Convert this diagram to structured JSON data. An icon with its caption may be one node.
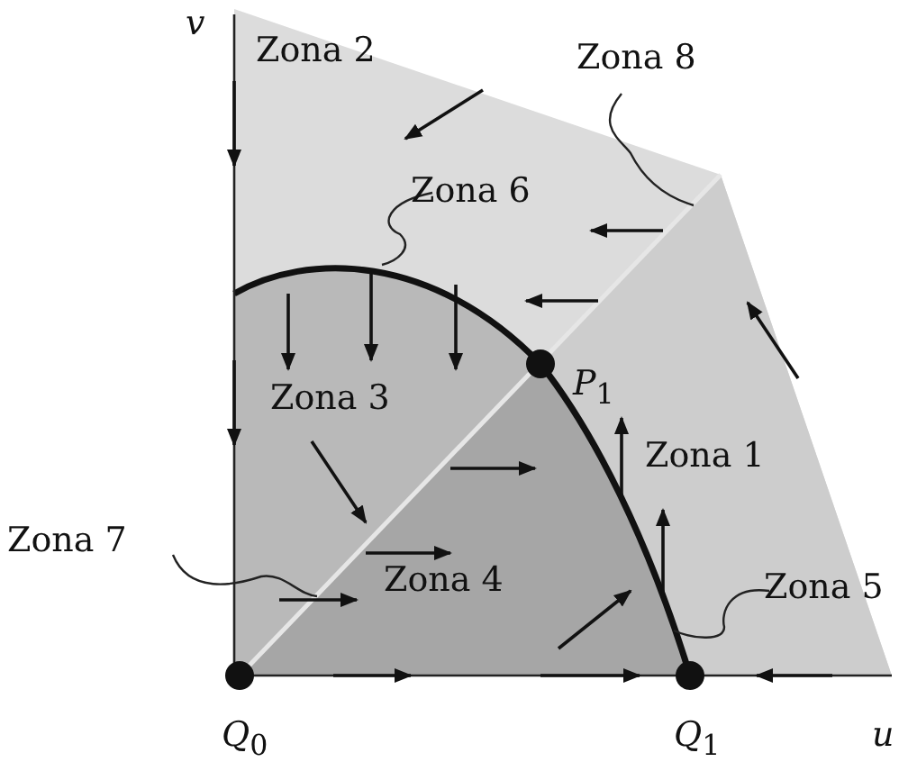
{
  "diagram": {
    "nodes": [
      {
        "text": [
          "Zona 8"
        ]
      },
      {
        "text": [
          "Zona 6"
        ]
      },
      {
        "text": [
          "Zona 7"
        ]
      },
      {
        "text": [
          "Zona 5"
        ]
      }
    ],
    "edges": [
      {
        "from": 0,
        "to": null,
        "arrow": "none"
      },
      {
        "from": 1,
        "to": null,
        "arrow": "none"
      },
      {
        "from": 2,
        "to": null,
        "arrow": "none"
      },
      {
        "from": 3,
        "to": null,
        "arrow": "none"
      }
    ],
    "labels": [
      "*v*",
      "Zona 2",
      "*P*$_{1}$",
      "Zona 3",
      "Zona 1",
      "Zona 4",
      "*Q*$_{0}$",
      "*Q*$_{1}$",
      "*u*"
    ]
  }
}
